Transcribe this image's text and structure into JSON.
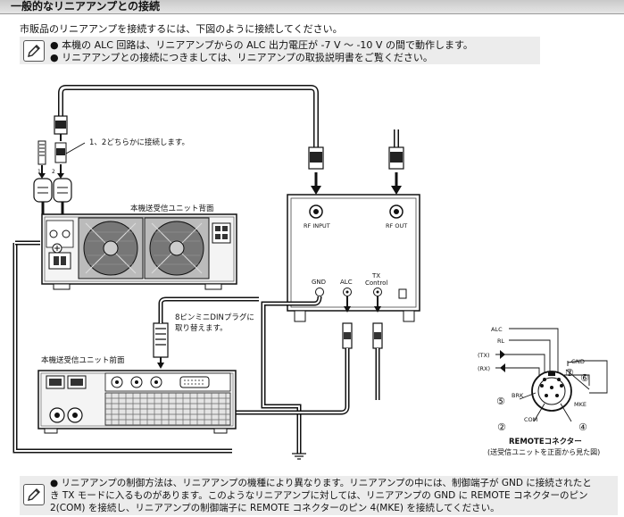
{
  "header": {
    "title": "一般的なリニアアンプとの接続"
  },
  "intro": "市販品のリニアアンプを接続するには、下図のように接続してください。",
  "note_top": {
    "lines": [
      "● 本機の ALC 回路は、リニアアンプからの ALC 出力電圧が -7 V ～ -10 V の間で動作します。",
      "● リニアアンプとの接続につきましては、リニアアンプの取扱説明書をご覧ください。"
    ]
  },
  "diagram": {
    "connect_either": "1、2どちらかに接続します。",
    "rear_unit": "本機送受信ユニット背面",
    "front_unit": "本機送受信ユニット前面",
    "din_replace_1": "8ピンミニDINプラグに",
    "din_replace_2": "取り替えます。",
    "rf_input": "RF INPUT",
    "rf_out": "RF OUT",
    "gnd": "GND",
    "alc": "ALC",
    "tx": "TX",
    "control": "Control",
    "pin_alc": "ALC",
    "pin_rl": "RL",
    "pin_tx": "(TX)",
    "pin_rx": "(RX)",
    "pin_gnd": "GND",
    "pin_brk": "BRK",
    "pin_mke": "MKE",
    "pin_com": "COM",
    "num_2": "②",
    "num_4": "④",
    "num_5": "⑤",
    "num_6": "⑥",
    "num_7": "⑦",
    "remote_title": "REMOTEコネクター",
    "remote_sub": "(送受信ユニットを正面から見た図)"
  },
  "note_bottom": {
    "lines": [
      "● リニアアンプの制御方法は、リニアアンプの機種により異なります。リニアアンプの中には、制御端子が GND に接続されたと",
      "き TX モードに入るものがあります。このようなリニアアンプに対しては、リニアアンプの GND に REMOTE コネクターのピン",
      "2(COM) を接続し、リニアアンプの制御端子に REMOTE コネクターのピン 4(MKE) を接続してください。"
    ]
  }
}
